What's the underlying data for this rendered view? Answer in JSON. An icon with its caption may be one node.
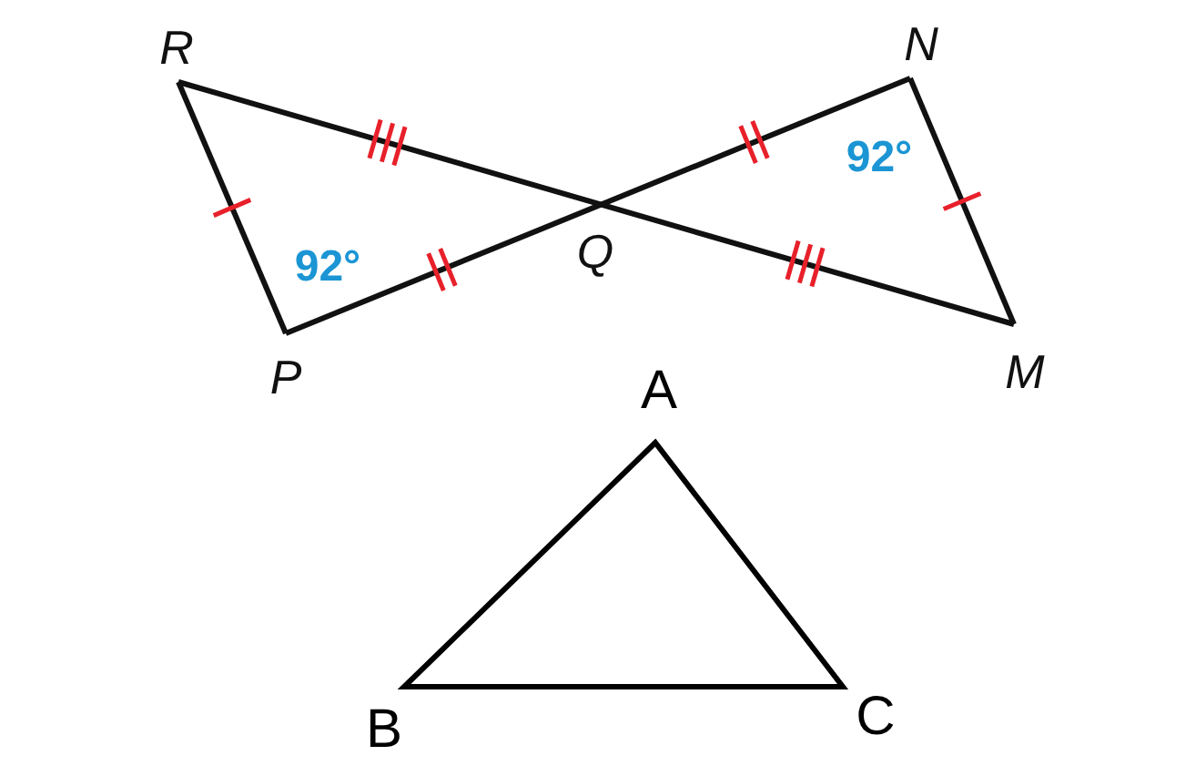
{
  "diagram": {
    "labels": [
      "R",
      "N",
      "Q",
      "P",
      "M",
      "92°",
      "92°",
      "A",
      "B",
      "C"
    ]
  }
}
